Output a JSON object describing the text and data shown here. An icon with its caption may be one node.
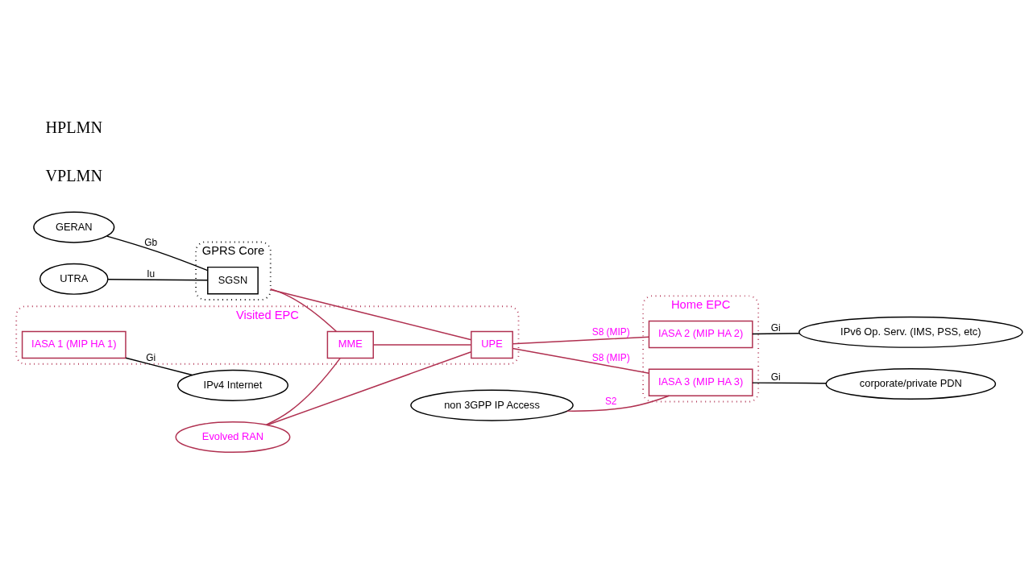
{
  "diagram": {
    "nodes": [
      {
        "text": [
          "GERAN"
        ]
      },
      {
        "text": [
          "UTRA"
        ]
      },
      {
        "text": [
          "GPRS Core"
        ]
      },
      {
        "text": [
          "SGSN"
        ],
        "in": 2
      },
      {
        "text": [
          "IPv4 Internet"
        ]
      },
      {
        "text": [
          "Visited EPC"
        ]
      },
      {
        "text": [
          "MME"
        ],
        "in": 5
      },
      {
        "text": [
          "UPE"
        ],
        "in": 5
      },
      {
        "text": [
          "IASA 1 (MIP HA 1)"
        ],
        "in": 5
      },
      {
        "text": [
          "Evolved RAN"
        ]
      },
      {
        "text": [
          "Home EPC"
        ]
      },
      {
        "text": [
          "IASA 2 (MIP HA 2)"
        ],
        "in": 10
      },
      {
        "text": [
          "IASA 3 (MIP HA 3)"
        ],
        "in": 10
      },
      {
        "text": [
          "IPv6 Op. Serv. (IMS, PSS, etc)"
        ]
      },
      {
        "text": [
          "corporate/private PDN"
        ]
      },
      {
        "text": [
          "non 3GPP IP Access"
        ]
      }
    ],
    "edges": [
      {
        "from": 0,
        "to": 3,
        "arrow": "none",
        "label": "Gb",
        "color": "#000000"
      },
      {
        "from": 1,
        "to": 3,
        "arrow": "none",
        "label": "Iu",
        "color": "#000000"
      },
      {
        "from": 2,
        "to": 6,
        "arrow": "none"
      },
      {
        "from": 2,
        "to": 7,
        "arrow": "none"
      },
      {
        "from": 8,
        "to": 4,
        "arrow": "none",
        "label": "Gi",
        "color": "#000000"
      },
      {
        "from": 9,
        "to": 6,
        "arrow": "none"
      },
      {
        "from": 9,
        "to": 7,
        "arrow": "none"
      },
      {
        "from": 6,
        "to": 7,
        "arrow": "none"
      },
      {
        "from": 7,
        "to": 11,
        "arrow": "none",
        "label": "S8 (MIP)"
      },
      {
        "from": 7,
        "to": 12,
        "arrow": "none",
        "label": "S8 (MIP)"
      },
      {
        "from": 11,
        "to": 13,
        "arrow": "none",
        "label": "Gi",
        "color": "#000000"
      },
      {
        "from": 12,
        "to": 14,
        "arrow": "none",
        "label": "Gi",
        "color": "#000000"
      },
      {
        "from": 15,
        "to": 12,
        "arrow": "none",
        "label": "S2"
      }
    ],
    "labels": [
      "VPLMN",
      "HPLMN"
    ]
  }
}
